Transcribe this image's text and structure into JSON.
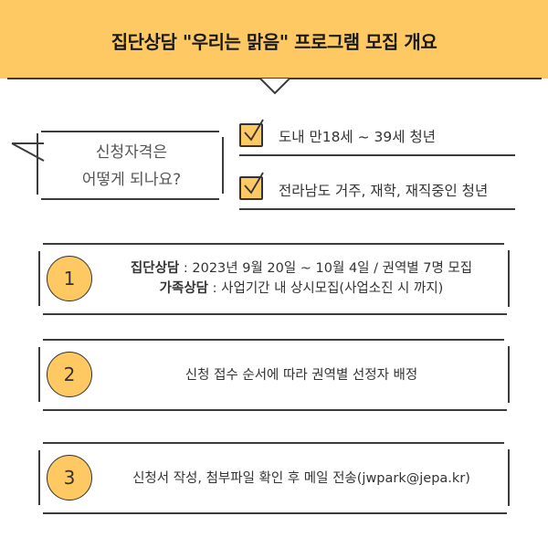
{
  "header": {
    "title": "집단상담 \"우리는 맑음\" 프로그램 모집 개요",
    "background_color": "#fec962"
  },
  "eligibility": {
    "question_line1": "신청자격은",
    "question_line2": "어떻게 되나요?",
    "criteria": [
      {
        "label": "도내 만18세 ~ 39세 청년",
        "checked": true
      },
      {
        "label": "전라남도 거주, 재학, 재직중인 청년",
        "checked": true
      }
    ]
  },
  "steps": [
    {
      "number": "1",
      "lines": [
        {
          "bold": "집단상담",
          "text": " : 2023년 9월 20일 ~ 10월 4일 / 권역별 7명 모집"
        },
        {
          "bold": "가족상담",
          "text": " : 사업기간 내 상시모집(사업소진 시 까지)"
        }
      ]
    },
    {
      "number": "2",
      "lines": [
        {
          "bold": "",
          "text": "신청 접수 순서에 따라 권역별 선정자 배정"
        }
      ]
    },
    {
      "number": "3",
      "lines": [
        {
          "bold": "",
          "text": "신청서 작성, 첨부파일 확인 후 메일 전송(jwpark@jepa.kr)"
        }
      ]
    }
  ],
  "colors": {
    "accent": "#fec962",
    "line": "#3c3c3c",
    "text": "#333333"
  }
}
